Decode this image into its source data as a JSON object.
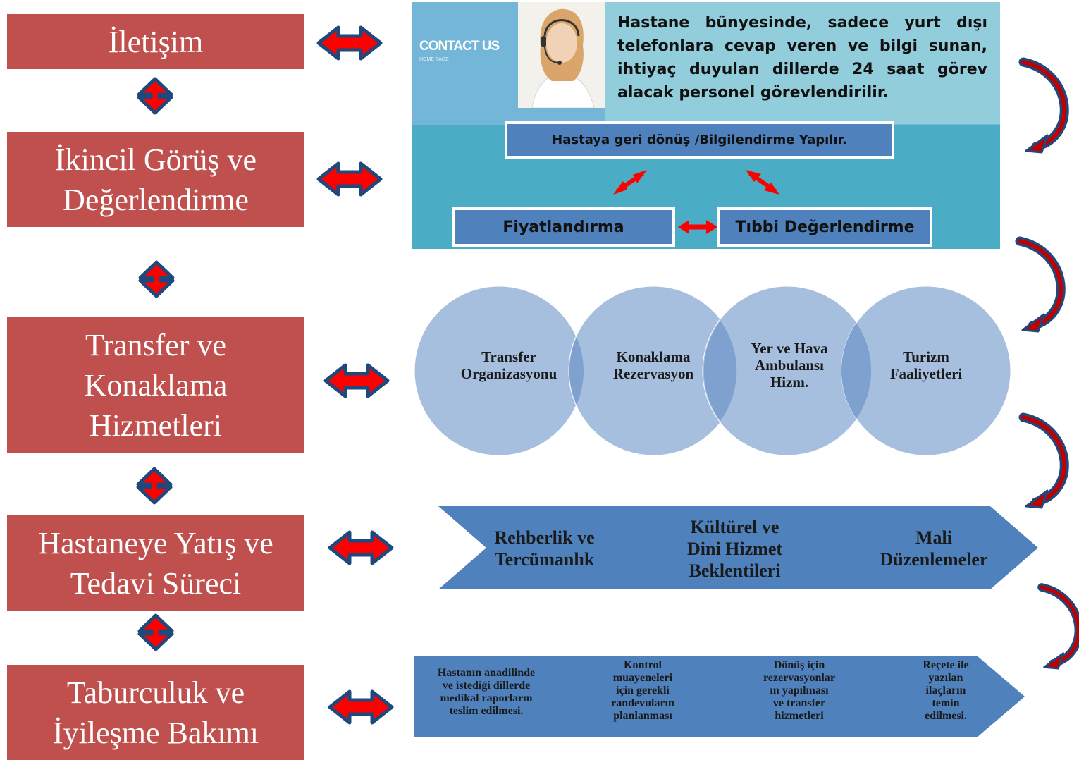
{
  "stages": [
    {
      "label": "İletişim"
    },
    {
      "label": "İkincil Görüş ve\nDeğerlendirme"
    },
    {
      "label": "Transfer ve\nKonaklama\nHizmetleri"
    },
    {
      "label": "Hastaneye Yatış ve\nTedavi Süreci"
    },
    {
      "label": "Taburculuk ve\nİyileşme Bakımı"
    }
  ],
  "communication": {
    "contact_us": "CONTACT US",
    "home_page": "HOME PAGE",
    "info_text": "Hastane bünyesinde, sadece yurt dışı telefonlara cevap veren ve bilgi sunan, ihtiyaç duyulan dillerde 24 saat görev alacak personel görevlendirilir.",
    "feedback": "Hastaya geri dönüş /Bilgilendirme Yapılır.",
    "pricing": "Fiyatlandırma",
    "medical_eval": "Tıbbi Değerlendirme"
  },
  "transfer_services": [
    {
      "label": "Transfer\nOrganizasyonu"
    },
    {
      "label": "Konaklama\nRezervasyon"
    },
    {
      "label": "Yer ve Hava\nAmbulansı\nHizm."
    },
    {
      "label": "Turizm\nFaaliyetleri"
    }
  ],
  "treatment_steps": [
    {
      "label": "Rehberlik ve\nTercümanlık"
    },
    {
      "label": "Kültürel ve\nDini Hizmet\nBeklentileri"
    },
    {
      "label": "Mali\nDüzenlemeler"
    }
  ],
  "discharge_steps": [
    {
      "label": "Hastanın anadilinde\nve istediği dillerde\nmedikal raporların\nteslim edilmesi."
    },
    {
      "label": "Kontrol\nmuayeneleri\niçin gerekli\nrandevuların\nplanlanması"
    },
    {
      "label": "Dönüş için\nrezervasyonlar\nın yapılması\nve transfer\nhizmetleri"
    },
    {
      "label": "Reçete ile\nyazılan\nilaçların\ntemin\nedilmesi."
    }
  ],
  "colors": {
    "stage": "#c0504d",
    "arrow_outline": "#1f497d",
    "arrow_fill": "#ff0000",
    "circle": "#a7bfde",
    "chevron": "#4f81bd"
  }
}
